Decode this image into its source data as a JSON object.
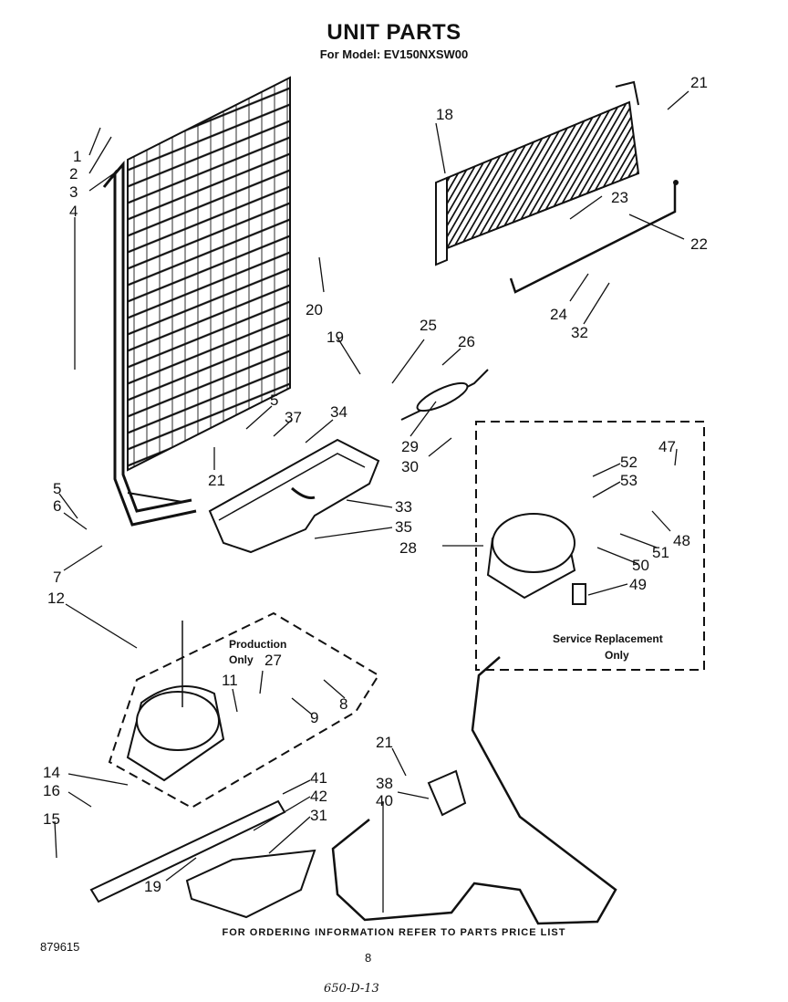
{
  "header": {
    "title": "UNIT PARTS",
    "subtitle": "For Model: EV150NXSW00"
  },
  "labels": {
    "p1": "1",
    "p2": "2",
    "p3": "3",
    "p4": "4",
    "p5a": "5",
    "p5b": "5",
    "p6": "6",
    "p7": "7",
    "p8": "8",
    "p9": "9",
    "p11": "11",
    "p12": "12",
    "p14": "14",
    "p15": "15",
    "p16": "16",
    "p18": "18",
    "p19a": "19",
    "p19b": "19",
    "p20": "20",
    "p21a": "21",
    "p21b": "21",
    "p21c": "21",
    "p22": "22",
    "p23": "23",
    "p24": "24",
    "p25": "25",
    "p26": "26",
    "p27": "27",
    "p28": "28",
    "p29": "29",
    "p30": "30",
    "p31": "31",
    "p32": "32",
    "p33": "33",
    "p34": "34",
    "p35": "35",
    "p37": "37",
    "p38": "38",
    "p40": "40",
    "p41": "41",
    "p42": "42",
    "p47": "47",
    "p48": "48",
    "p49": "49",
    "p50": "50",
    "p51": "51",
    "p52": "52",
    "p53": "53"
  },
  "notes": {
    "production_line1": "Production",
    "production_line2": "Only",
    "service_line1": "Service Replacement",
    "service_line2": "Only"
  },
  "footer": {
    "ordering": "FOR ORDERING INFORMATION REFER TO PARTS PRICE LIST",
    "catalog_number": "879615",
    "page_number": "8",
    "handwritten": "650-D-13"
  }
}
